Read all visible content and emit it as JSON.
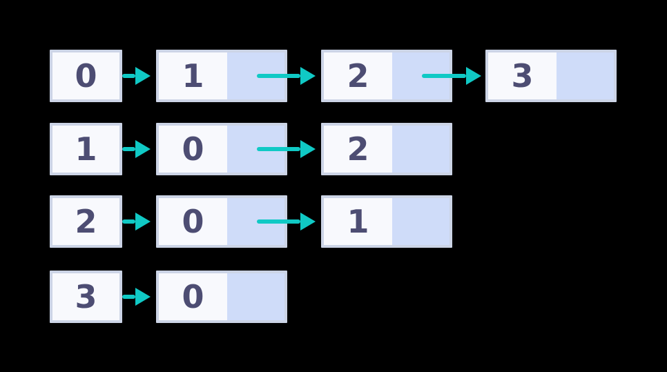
{
  "colors": {
    "background": "#000000",
    "box_border": "#ccd4e6",
    "data_fill": "#f8f9fd",
    "pointer_fill": "#cfdcf9",
    "arrow": "#10c9c5",
    "digit": "#4d4d73"
  },
  "diagram": {
    "type": "adjacency-list",
    "icons": [
      "right-arrow-icon"
    ]
  },
  "adjacency_list": {
    "rows": [
      {
        "head": "0",
        "nodes": [
          "1",
          "2",
          "3"
        ]
      },
      {
        "head": "1",
        "nodes": [
          "0",
          "2"
        ]
      },
      {
        "head": "2",
        "nodes": [
          "0",
          "1"
        ]
      },
      {
        "head": "3",
        "nodes": [
          "0"
        ]
      }
    ]
  }
}
